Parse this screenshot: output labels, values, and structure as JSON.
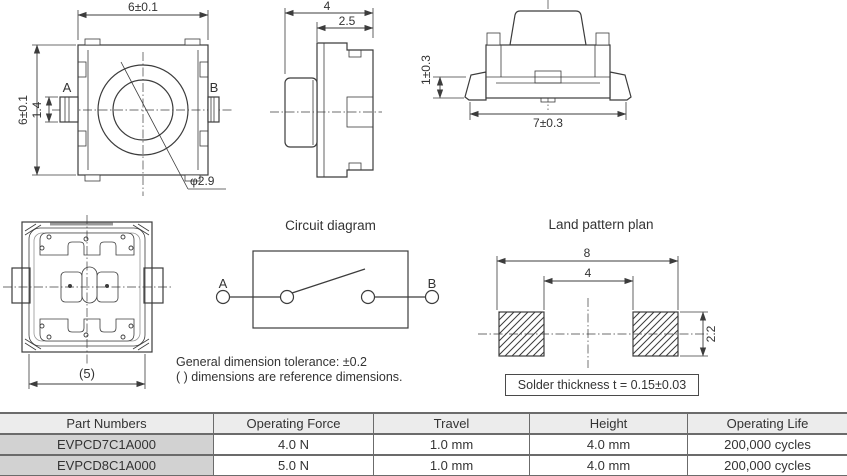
{
  "drawing": {
    "top_view": {
      "dim_width": "6±0.1",
      "dim_height": "6±0.1",
      "dim_terminal_width": "1.4",
      "dim_hole_dia": "φ2.9",
      "label_a": "A",
      "label_b": "B"
    },
    "side_view": {
      "dim_depth": "4",
      "dim_body_depth": "2.5"
    },
    "front_view": {
      "dim_lead_height": "1±0.3",
      "dim_width": "7±0.3"
    },
    "bottom_view": {
      "dim_width": "(5)"
    },
    "circuit": {
      "title": "Circuit diagram",
      "label_a": "A",
      "label_b": "B"
    },
    "land_pattern": {
      "title": "Land pattern plan",
      "dim_outer": "8",
      "dim_inner": "4",
      "dim_pad_height": "2.2",
      "solder_note": "Solder thickness t = 0.15±0.03"
    },
    "notes": [
      "General dimension tolerance: ±0.2",
      "( ) dimensions are reference dimensions."
    ]
  },
  "table": {
    "headers": [
      "Part Numbers",
      "Operating Force",
      "Travel",
      "Height",
      "Operating Life"
    ],
    "rows": [
      [
        "EVPCD7C1A000",
        "4.0 N",
        "1.0 mm",
        "4.0 mm",
        "200,000 cycles"
      ],
      [
        "EVPCD8C1A000",
        "5.0 N",
        "1.0 mm",
        "4.0 mm",
        "200,000 cycles"
      ]
    ]
  },
  "colors": {
    "line": "#3c3c3c",
    "text": "#333333",
    "table_header_bg": "#ececec",
    "part_cell_bg": "#d2d2d2",
    "table_border": "#6b6b6b"
  }
}
